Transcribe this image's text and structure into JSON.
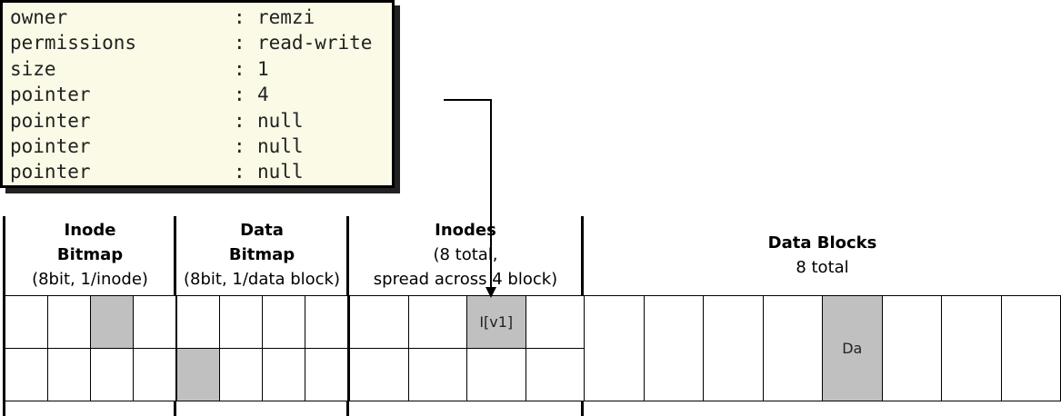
{
  "inode": {
    "fields": [
      {
        "name": "owner",
        "value": "remzi"
      },
      {
        "name": "permissions",
        "value": "read-write"
      },
      {
        "name": "size",
        "value": "1"
      },
      {
        "name": "pointer",
        "value": "4"
      },
      {
        "name": "pointer",
        "value": "null"
      },
      {
        "name": "pointer",
        "value": "null"
      },
      {
        "name": "pointer",
        "value": "null"
      }
    ],
    "separator": ":"
  },
  "sections": {
    "inode_bitmap": {
      "title1": "Inode",
      "title2": "Bitmap",
      "detail": "(8bit, 1/inode)"
    },
    "data_bitmap": {
      "title1": "Data",
      "title2": "Bitmap",
      "detail": "(8bit, 1/data block)"
    },
    "inodes": {
      "title": "Inodes",
      "detail1": "(8 total,",
      "detail2": "spread across 4 block)"
    },
    "data_blocks": {
      "title": "Data Blocks",
      "detail": "8 total"
    }
  },
  "cells": {
    "inode_bitmap": [
      [
        0,
        0,
        1,
        0
      ],
      [
        0,
        0,
        0,
        0
      ]
    ],
    "data_bitmap": [
      [
        0,
        0,
        0,
        0
      ],
      [
        1,
        0,
        0,
        0
      ]
    ],
    "inodes": [
      [
        "",
        "",
        "I[v1]",
        ""
      ],
      [
        "",
        "",
        "",
        ""
      ]
    ],
    "inodes_filled": [
      [
        0,
        0,
        1,
        0
      ],
      [
        0,
        0,
        0,
        0
      ]
    ],
    "data_blocks": [
      "",
      "",
      "",
      "",
      "Da",
      "",
      "",
      ""
    ],
    "data_blocks_filled": [
      0,
      0,
      0,
      0,
      1,
      0,
      0,
      0
    ]
  }
}
